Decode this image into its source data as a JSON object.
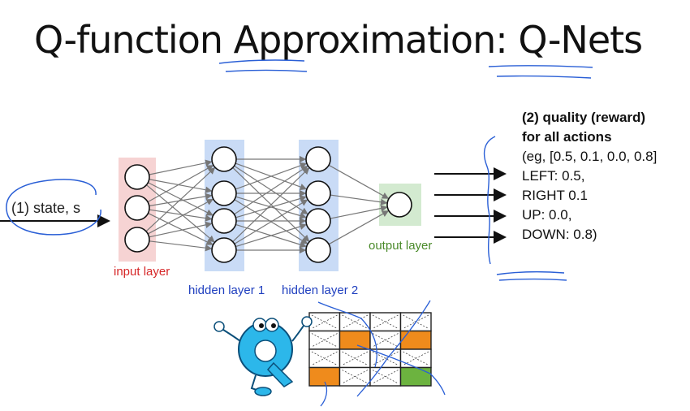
{
  "title": "Q-function Approximation: Q-Nets",
  "network": {
    "input_label": "(1) state, s",
    "layers": [
      {
        "name": "input layer",
        "nodes": 3,
        "color": "#f6d3d3"
      },
      {
        "name": "hidden layer 1",
        "nodes": 4,
        "color": "#c9dbf6"
      },
      {
        "name": "hidden layer 2",
        "nodes": 4,
        "color": "#c9dbf6"
      },
      {
        "name": "output layer",
        "nodes": 1,
        "color": "#d3ead0"
      }
    ]
  },
  "output": {
    "heading_line1": "(2) quality (reward)",
    "heading_line2": "for all actions",
    "example": "(eg, [0.5, 0.1, 0.0, 0.8]",
    "actions": [
      "LEFT: 0.5,",
      "RIGHT 0.1",
      "UP: 0.0,",
      "DOWN: 0.8)"
    ]
  },
  "grid": {
    "rows": 4,
    "cols": 4,
    "cells": [
      [
        "x",
        "x",
        "x",
        "x"
      ],
      [
        "x",
        "orange",
        "x",
        "orange"
      ],
      [
        "x",
        "x",
        "x",
        "x"
      ],
      [
        "orange",
        "x",
        "x",
        "green"
      ]
    ],
    "colors": {
      "orange": "#ef8b1c",
      "green": "#6cb33f",
      "x": "#ffffff"
    }
  }
}
